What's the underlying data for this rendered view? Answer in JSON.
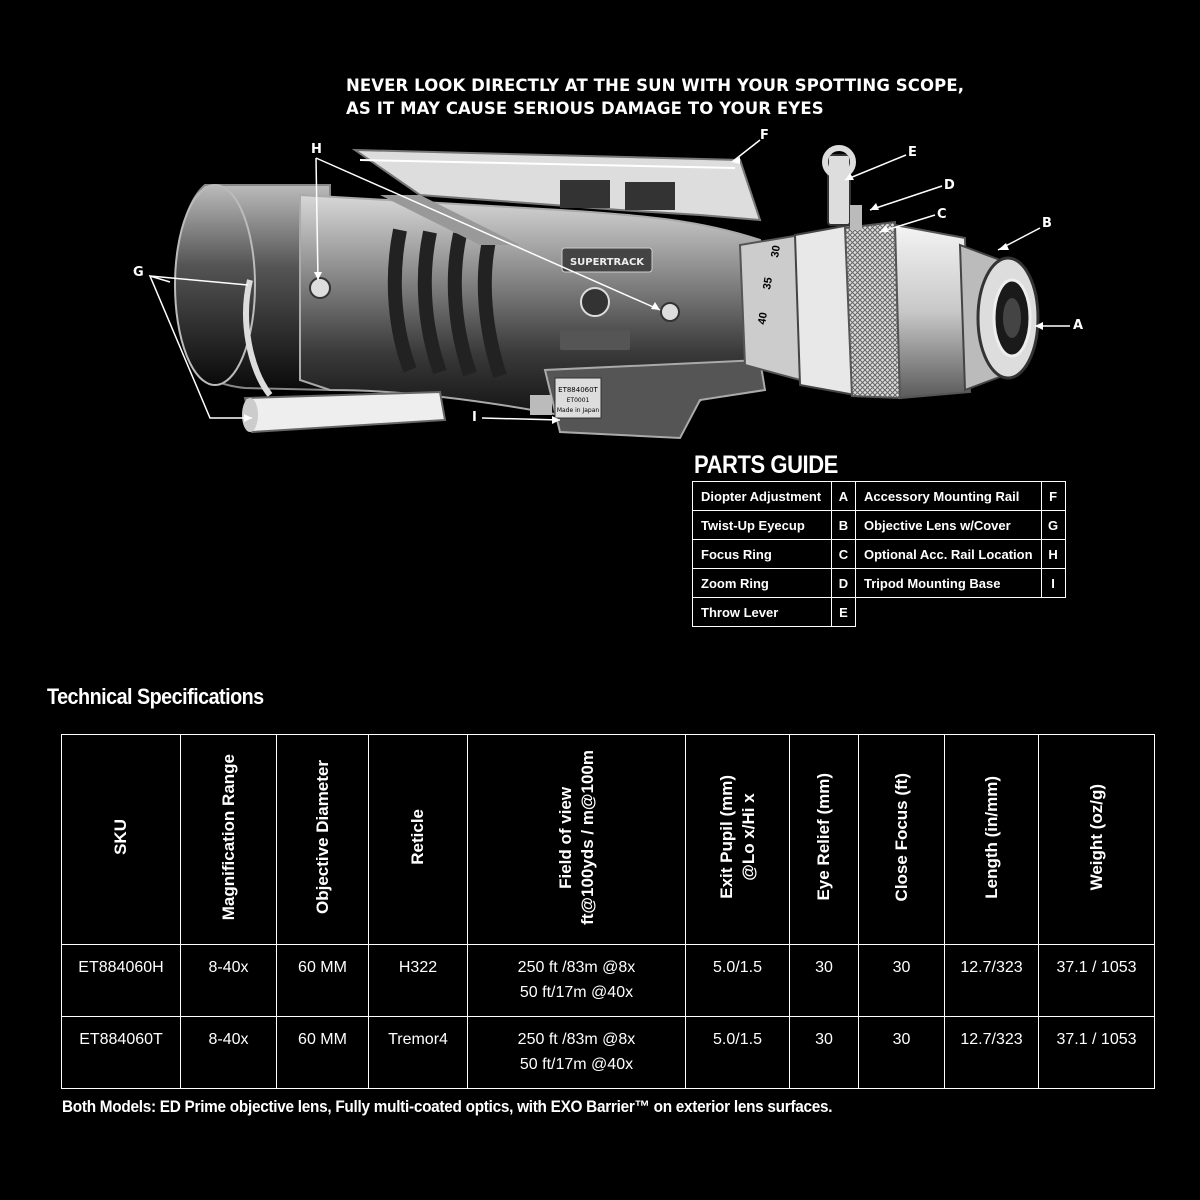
{
  "warning": {
    "line1": "NEVER LOOK DIRECTLY AT THE SUN WITH YOUR SPOTTING SCOPE,",
    "line2": "AS IT MAY CAUSE SERIOUS DAMAGE TO YOUR EYES"
  },
  "scope": {
    "brand_badge": "SUPERTRACK",
    "label_lines": [
      "ET884060T",
      "ET0001",
      "Made in Japan"
    ],
    "zoom_marks": [
      "30",
      "35",
      "40"
    ]
  },
  "callouts": [
    "A",
    "B",
    "C",
    "D",
    "E",
    "F",
    "G",
    "H",
    "I"
  ],
  "parts_guide": {
    "title": "PARTS GUIDE",
    "rows": [
      {
        "left_name": "Diopter Adjustment",
        "left_letter": "A",
        "right_name": "Accessory Mounting Rail",
        "right_letter": "F"
      },
      {
        "left_name": "Twist-Up Eyecup",
        "left_letter": "B",
        "right_name": "Objective Lens w/Cover",
        "right_letter": "G"
      },
      {
        "left_name": "Focus Ring",
        "left_letter": "C",
        "right_name": "Optional Acc. Rail Location",
        "right_letter": "H"
      },
      {
        "left_name": "Zoom Ring",
        "left_letter": "D",
        "right_name": "Tripod Mounting Base",
        "right_letter": "I"
      },
      {
        "left_name": "Throw Lever",
        "left_letter": "E",
        "right_name": "",
        "right_letter": ""
      }
    ]
  },
  "specs": {
    "title": "Technical Specifications",
    "headers": [
      [
        "SKU"
      ],
      [
        "Magnification Range"
      ],
      [
        "Objective Diameter"
      ],
      [
        "Reticle"
      ],
      [
        "Field of view",
        "ft@100yds / m@100m"
      ],
      [
        "Exit Pupil (mm)",
        "@Lo x/Hi x"
      ],
      [
        "Eye Relief (mm)"
      ],
      [
        "Close Focus (ft)"
      ],
      [
        "Length (in/mm)"
      ],
      [
        "Weight (oz/g)"
      ]
    ],
    "rows": [
      [
        [
          "ET884060H"
        ],
        [
          "8-40x"
        ],
        [
          "60 MM"
        ],
        [
          "H322"
        ],
        [
          "250 ft /83m @8x",
          "50 ft/17m @40x"
        ],
        [
          "5.0/1.5"
        ],
        [
          "30"
        ],
        [
          "30"
        ],
        [
          "12.7/323"
        ],
        [
          "37.1 / 1053"
        ]
      ],
      [
        [
          "ET884060T"
        ],
        [
          "8-40x"
        ],
        [
          "60 MM"
        ],
        [
          "Tremor4"
        ],
        [
          "250 ft /83m @8x",
          "50 ft/17m @40x"
        ],
        [
          "5.0/1.5"
        ],
        [
          "30"
        ],
        [
          "30"
        ],
        [
          "12.7/323"
        ],
        [
          "37.1 / 1053"
        ]
      ]
    ]
  },
  "footnote": "Both Models: ED Prime objective lens, Fully multi-coated optics, with EXO Barrier™ on exterior lens surfaces."
}
